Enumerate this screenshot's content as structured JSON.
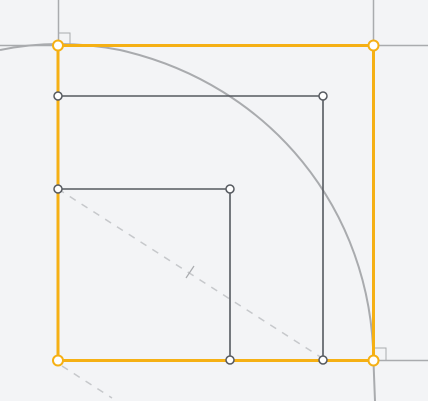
{
  "canvas": {
    "background": "#f3f4f6"
  },
  "colors": {
    "selected": "#f5b014",
    "sketch_line": "#55595f",
    "construction": "#a9abae",
    "construction_dashed": "#c6c8cb",
    "vertex_fill": "#ffffff"
  },
  "sketch": {
    "shapes": [
      {
        "name": "selected-square",
        "kind": "rectangle",
        "state": "selected"
      },
      {
        "name": "middle-corner-polyline",
        "kind": "polyline",
        "state": "normal"
      },
      {
        "name": "inner-corner-polyline",
        "kind": "polyline",
        "state": "normal"
      },
      {
        "name": "construction-arc",
        "kind": "arc",
        "state": "construction"
      },
      {
        "name": "construction-diagonal",
        "kind": "line",
        "state": "construction-dashed"
      }
    ],
    "constraints": [
      {
        "name": "perpendicular-constraint-top-left",
        "kind": "perpendicular"
      },
      {
        "name": "perpendicular-constraint-bottom-right",
        "kind": "perpendicular"
      },
      {
        "name": "midpoint-tick",
        "kind": "midpoint"
      }
    ]
  }
}
